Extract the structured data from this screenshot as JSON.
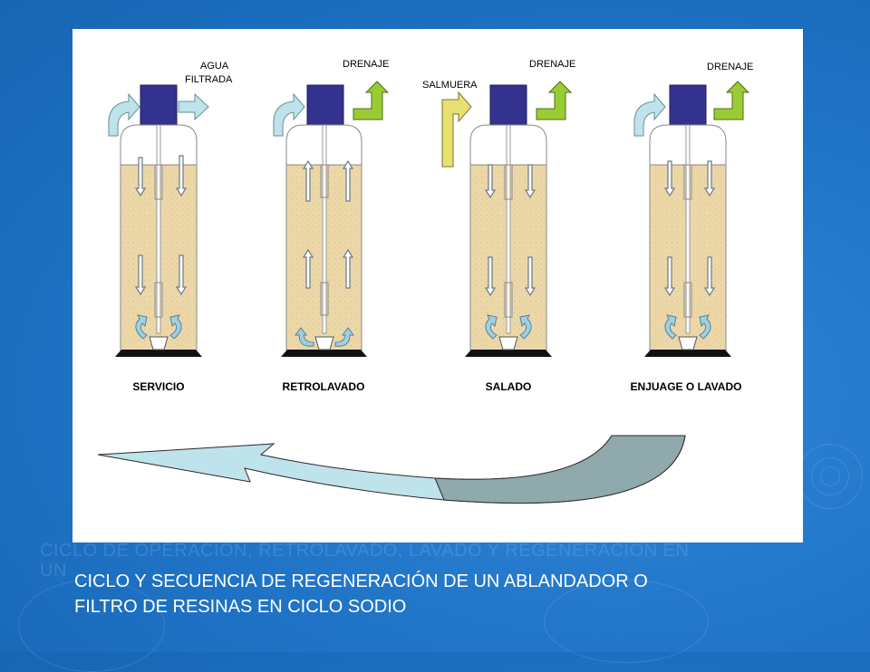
{
  "stages": [
    {
      "name": "SERVICIO"
    },
    {
      "name": "RETROLAVADO"
    },
    {
      "name": "SALADO"
    },
    {
      "name": "ENJUAGE O LAVADO"
    }
  ],
  "flow_labels": {
    "servicio_out_line1": "AGUA",
    "servicio_out_line2": "FILTRADA",
    "retrolavado_out": "DRENAJE",
    "salado_in": "SALMUERA",
    "salado_out": "DRENAJE",
    "enjuague_out": "DRENAJE"
  },
  "ghost_text": {
    "line1": "CICLO DE OPERACIÓN, RETROLAVADO, LAVADO Y REGENERACIÓN EN",
    "line2": "UN"
  },
  "caption": {
    "line1": "CICLO Y SECUENCIA DE REGENERACIÓN DE UN ABLANDADOR O",
    "line2": "FILTRO DE RESINAS EN CICLO SODIO"
  },
  "colors": {
    "background": "#1f73c6",
    "valve": "#33338f",
    "resin": "#ecd7a8",
    "inlet_arrow": "#bfe3ea",
    "drain_arrow": "#99cc33",
    "brine_arrow": "#e8e070",
    "cycle_arrow_light": "#bfe3ea",
    "cycle_arrow_dark": "#8fa9ad",
    "caption_text": "#ffffff"
  }
}
